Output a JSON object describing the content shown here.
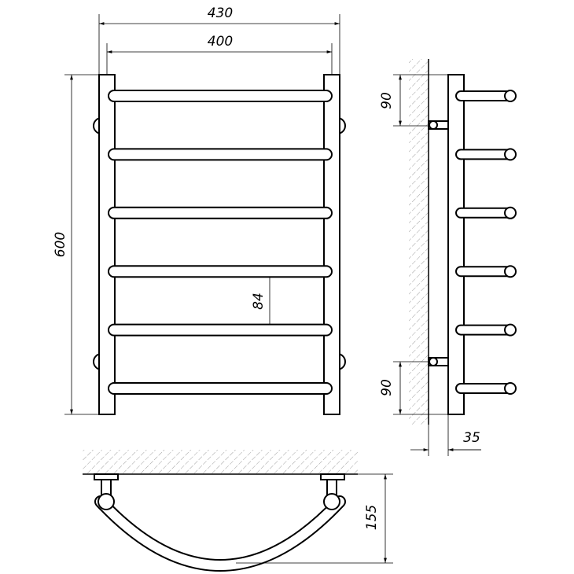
{
  "dimensions": {
    "overall_width": "430",
    "inner_width": "400",
    "height": "600",
    "rung_spacing": "84",
    "top_offset": "90",
    "bottom_offset": "90",
    "wall_distance": "35",
    "depth": "155"
  },
  "rungs": 6
}
